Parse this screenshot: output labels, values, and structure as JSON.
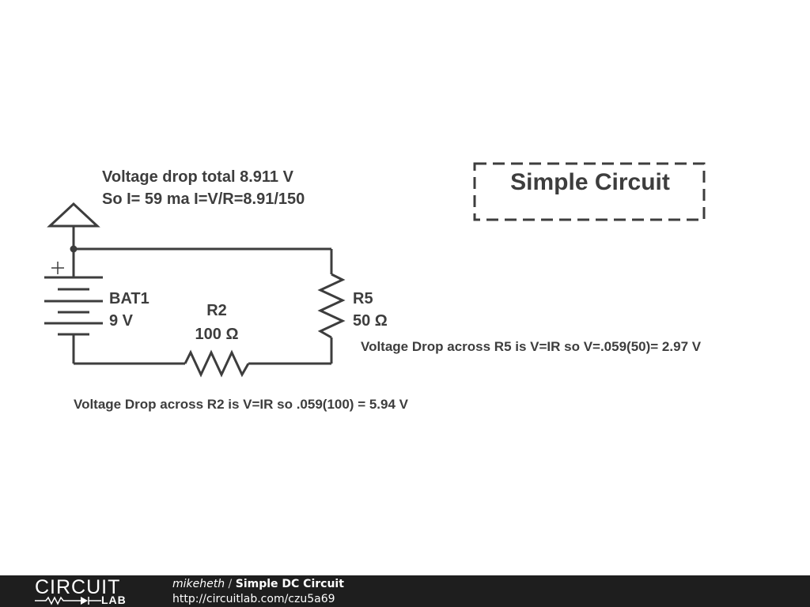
{
  "diagram": {
    "note_total_line1": "Voltage drop total 8.911 V",
    "note_total_line2": "So I= 59 ma I=V/R=8.91/150",
    "title": "Simple Circuit",
    "bat1": {
      "name": "BAT1",
      "value": "9 V",
      "plus": "+"
    },
    "r2": {
      "name": "R2",
      "value": "100 Ω"
    },
    "r5": {
      "name": "R5",
      "value": "50 Ω"
    },
    "note_r5": "Voltage Drop across R5 is V=IR so V=.059(50)= 2.97 V",
    "note_r2": "Voltage Drop across R2 is V=IR so .059(100) = 5.94 V"
  },
  "footer": {
    "logo_word": "CIRCUIT",
    "logo_lab": "LAB",
    "author": "mikeheth",
    "separator": " / ",
    "project_title": "Simple DC Circuit",
    "url": "http://circuitlab.com/czu5a69"
  },
  "colors": {
    "ink": "#3d3d3d",
    "footer_bg": "#1e1e1e"
  }
}
